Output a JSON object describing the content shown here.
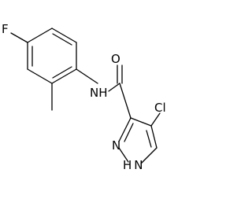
{
  "molecule": {
    "atoms": {
      "fluoro": "F",
      "amide_nh": "NH",
      "carbonyl_o": "O",
      "chloro": "Cl",
      "pyrazole_n": "N",
      "pyrazole_nh": "H N"
    }
  }
}
